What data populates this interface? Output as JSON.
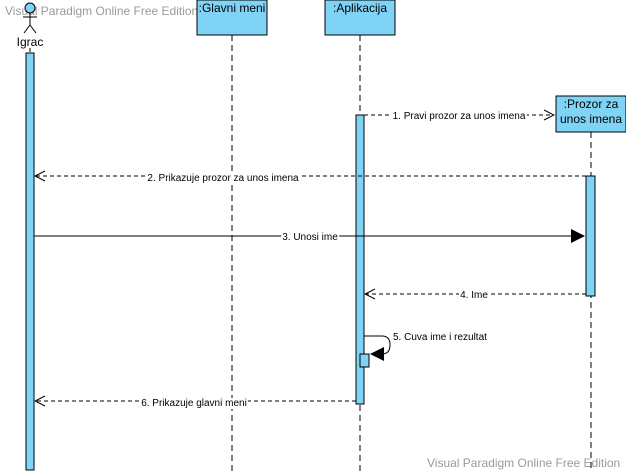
{
  "watermark_top": "Visual Paradigm Online Free Edition",
  "watermark_bottom": "Visual Paradigm Online Free Edition",
  "participants": {
    "actor": "Igrac",
    "glavni_meni": ":Glavni meni",
    "aplikacija": ":Aplikacija",
    "prozor_line1": ":Prozor za",
    "prozor_line2": "unos imena"
  },
  "messages": {
    "m1": "1. Pravi prozor za unos imena",
    "m2": "2. Prikazuje prozor za unos imena",
    "m3": "3. Unosi ime",
    "m4": "4. Ime",
    "m5": "5. Cuva ime i rezultat",
    "m6": "6. Prikazuje glavni meni"
  },
  "colors": {
    "box_fill": "#7fd3f5",
    "line": "#000000",
    "watermark": "#9a9a9a"
  }
}
